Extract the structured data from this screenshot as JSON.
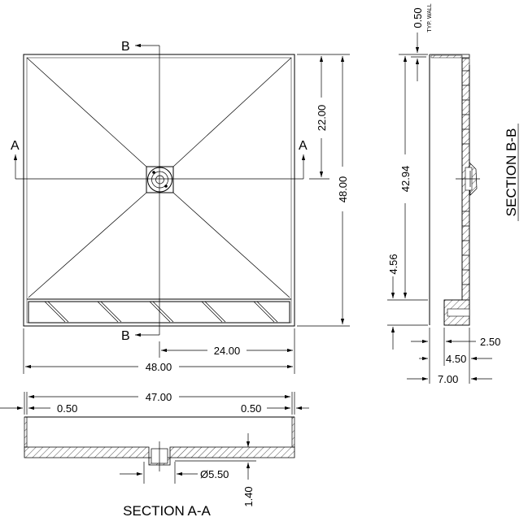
{
  "plan_view": {
    "section_marker_b": "B",
    "section_marker_a": "A",
    "dim_drain_from_top": "22.00",
    "dim_overall_depth": "48.00",
    "dim_drain_from_side": "24.00",
    "dim_overall_width": "48.00"
  },
  "section_aa": {
    "title": "SECTION A-A",
    "dim_inner_width": "47.00",
    "dim_wall_left": "0.50",
    "dim_wall_right": "0.50",
    "dim_drain_diameter": "Ø5.50",
    "dim_floor_thickness": "1.40"
  },
  "section_bb": {
    "title": "SECTION B-B",
    "dim_wall": "0.50",
    "wall_note": "TYP. WALL",
    "dim_main_length": "42.94",
    "dim_trench": "4.56",
    "dim_curb_height": "2.50",
    "dim_mid_height": "4.50",
    "dim_total_height": "7.00"
  }
}
